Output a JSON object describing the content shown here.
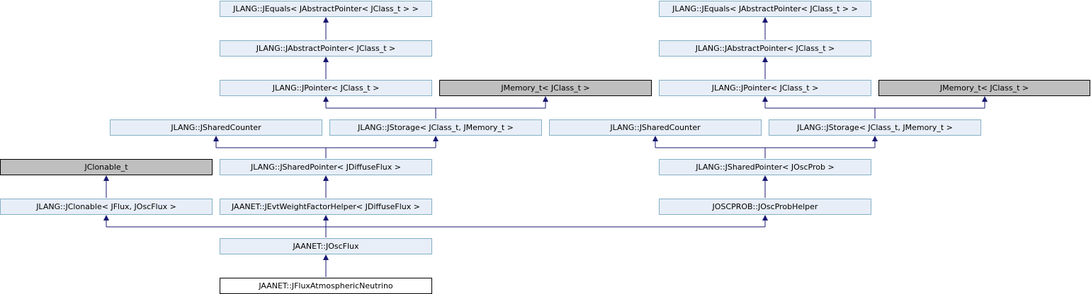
{
  "nodes": {
    "jequals_l": "JLANG::JEquals< JAbstractPointer< JClass_t > >",
    "jabsptr_l": "JLANG::JAbstractPointer< JClass_t >",
    "jpointer_l": "JLANG::JPointer< JClass_t >",
    "jmemory_l": "JMemory_t< JClass_t >",
    "jsharedcounter_l": "JLANG::JSharedCounter",
    "jstorage_l": "JLANG::JStorage< JClass_t, JMemory_t >",
    "jequals_r": "JLANG::JEquals< JAbstractPointer< JClass_t > >",
    "jabsptr_r": "JLANG::JAbstractPointer< JClass_t >",
    "jpointer_r": "JLANG::JPointer< JClass_t >",
    "jmemory_r": "JMemory_t< JClass_t >",
    "jsharedcounter_r": "JLANG::JSharedCounter",
    "jstorage_r": "JLANG::JStorage< JClass_t, JMemory_t >",
    "jclonable_t": "JClonable_t",
    "jsharedptr_diffuse": "JLANG::JSharedPointer< JDiffuseFlux >",
    "jsharedptr_oscprob": "JLANG::JSharedPointer< JOscProb >",
    "jclonable": "JLANG::JClonable< JFlux, JOscFlux >",
    "jevtweight": "JAANET::JEvtWeightFactorHelper< JDiffuseFlux >",
    "joscprobhelper": "JOSCPROB::JOscProbHelper",
    "joscflux": "JAANET::JOscFlux",
    "jfluxatm": "JAANET::JFluxAtmosphericNeutrino"
  },
  "colors": {
    "node_fill": "#e8eef7",
    "node_border": "#84b0c7",
    "external_fill": "#bfbfbf",
    "edge": "#191970"
  }
}
